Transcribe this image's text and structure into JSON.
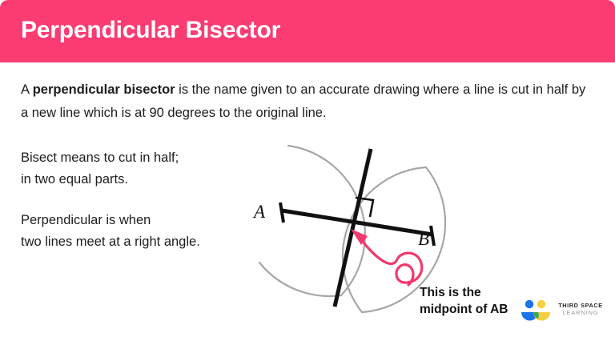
{
  "header": {
    "title": "Perpendicular Bisector",
    "bg_color": "#FA3C72",
    "text_color": "#FFFFFF"
  },
  "intro": {
    "lead": "A ",
    "bold_term": "perpendicular bisector",
    "rest": " is the name given to an accurate drawing where a line is cut in half by a new line which is at 90 degrees to the original line."
  },
  "notes": [
    {
      "id": "bisect",
      "text": "Bisect means to cut in half;\nin two equal parts."
    },
    {
      "id": "perpendicular",
      "text": "Perpendicular is when\ntwo lines meet at a right angle."
    }
  ],
  "diagram": {
    "label_a": "A",
    "label_b": "B",
    "segment_color": "#111111",
    "bisector_color": "#111111",
    "arc_color": "#A6A6A6",
    "annotation_color": "#F2376E",
    "right_angle_marker": "right-angle-square"
  },
  "caption": {
    "text": "This is the\nmidpoint of AB",
    "color": "#111111"
  },
  "logo": {
    "line1": "THIRD SPACE",
    "line2": "LEARNING",
    "blue": "#1A73E8",
    "yellow": "#F4D03F",
    "green": "#34A853"
  }
}
